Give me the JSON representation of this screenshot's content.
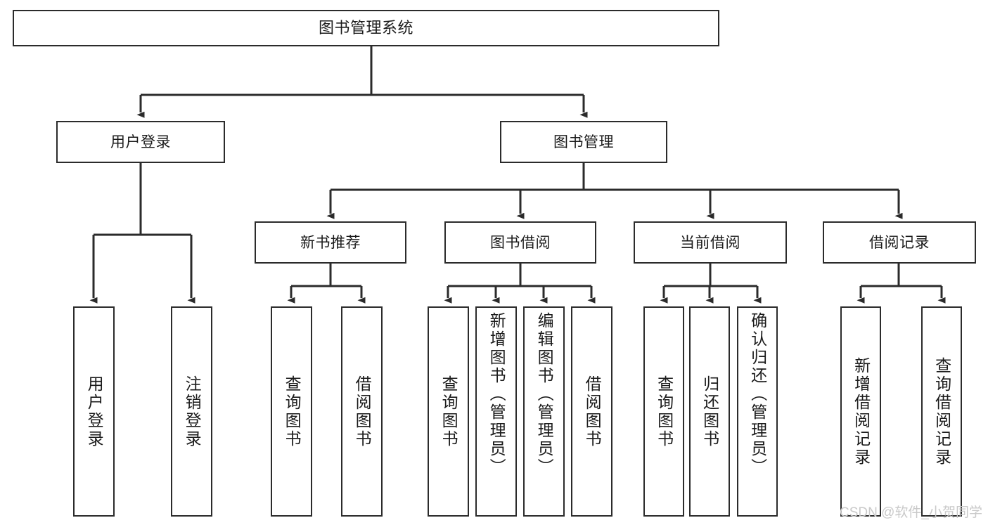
{
  "diagram": {
    "title": "图书管理系统",
    "root": {
      "label": "图书管理系统"
    },
    "branches": [
      {
        "label": "用户登录"
      },
      {
        "label": "图书管理"
      }
    ],
    "groups": [
      {
        "label": "新书推荐"
      },
      {
        "label": "图书借阅"
      },
      {
        "label": "当前借阅"
      },
      {
        "label": "借阅记录"
      }
    ],
    "leaves": {
      "user_login": [
        {
          "label": "用户登录"
        },
        {
          "label": "注销登录"
        }
      ],
      "new_book": [
        {
          "label": "查询图书"
        },
        {
          "label": "借阅图书"
        }
      ],
      "borrow_book": [
        {
          "label": "查询图书"
        },
        {
          "label": "新增图书（管理员）"
        },
        {
          "label": "编辑图书（管理员）"
        },
        {
          "label": "借阅图书"
        }
      ],
      "current_borrow": [
        {
          "label": "查询图书"
        },
        {
          "label": "归还图书"
        },
        {
          "label": "确认归还（管理员）"
        }
      ],
      "borrow_record": [
        {
          "label": "新增借阅记录"
        },
        {
          "label": "查询借阅记录"
        }
      ]
    }
  },
  "watermark": {
    "text": "CSDN @软件_小贺同学"
  },
  "colors": {
    "stroke": "#2b2b2b",
    "background": "#ffffff",
    "text": "#1b1b1b",
    "watermark": "#c9c9c9"
  }
}
